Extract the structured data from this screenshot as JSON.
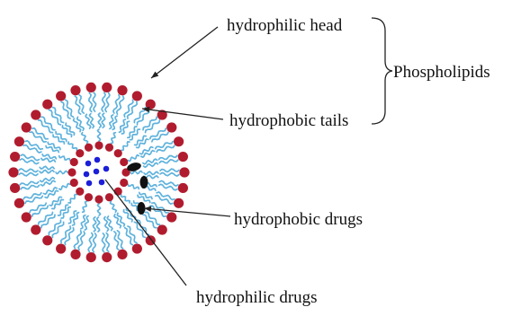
{
  "labels": {
    "hydrophilic_head": "hydrophilic head",
    "hydrophobic_tails": "hydrophobic tails",
    "phospholipids": "Phospholipids",
    "hydrophobic_drugs": "hydrophobic drugs",
    "hydrophilic_drugs": "hydrophilic drugs"
  },
  "colors": {
    "head": "#b01c2e",
    "tail": "#5fb2dc",
    "hydrophilic_drug": "#1c1fd8",
    "hydrophobic_drug": "#111111",
    "pointer": "#222222"
  }
}
